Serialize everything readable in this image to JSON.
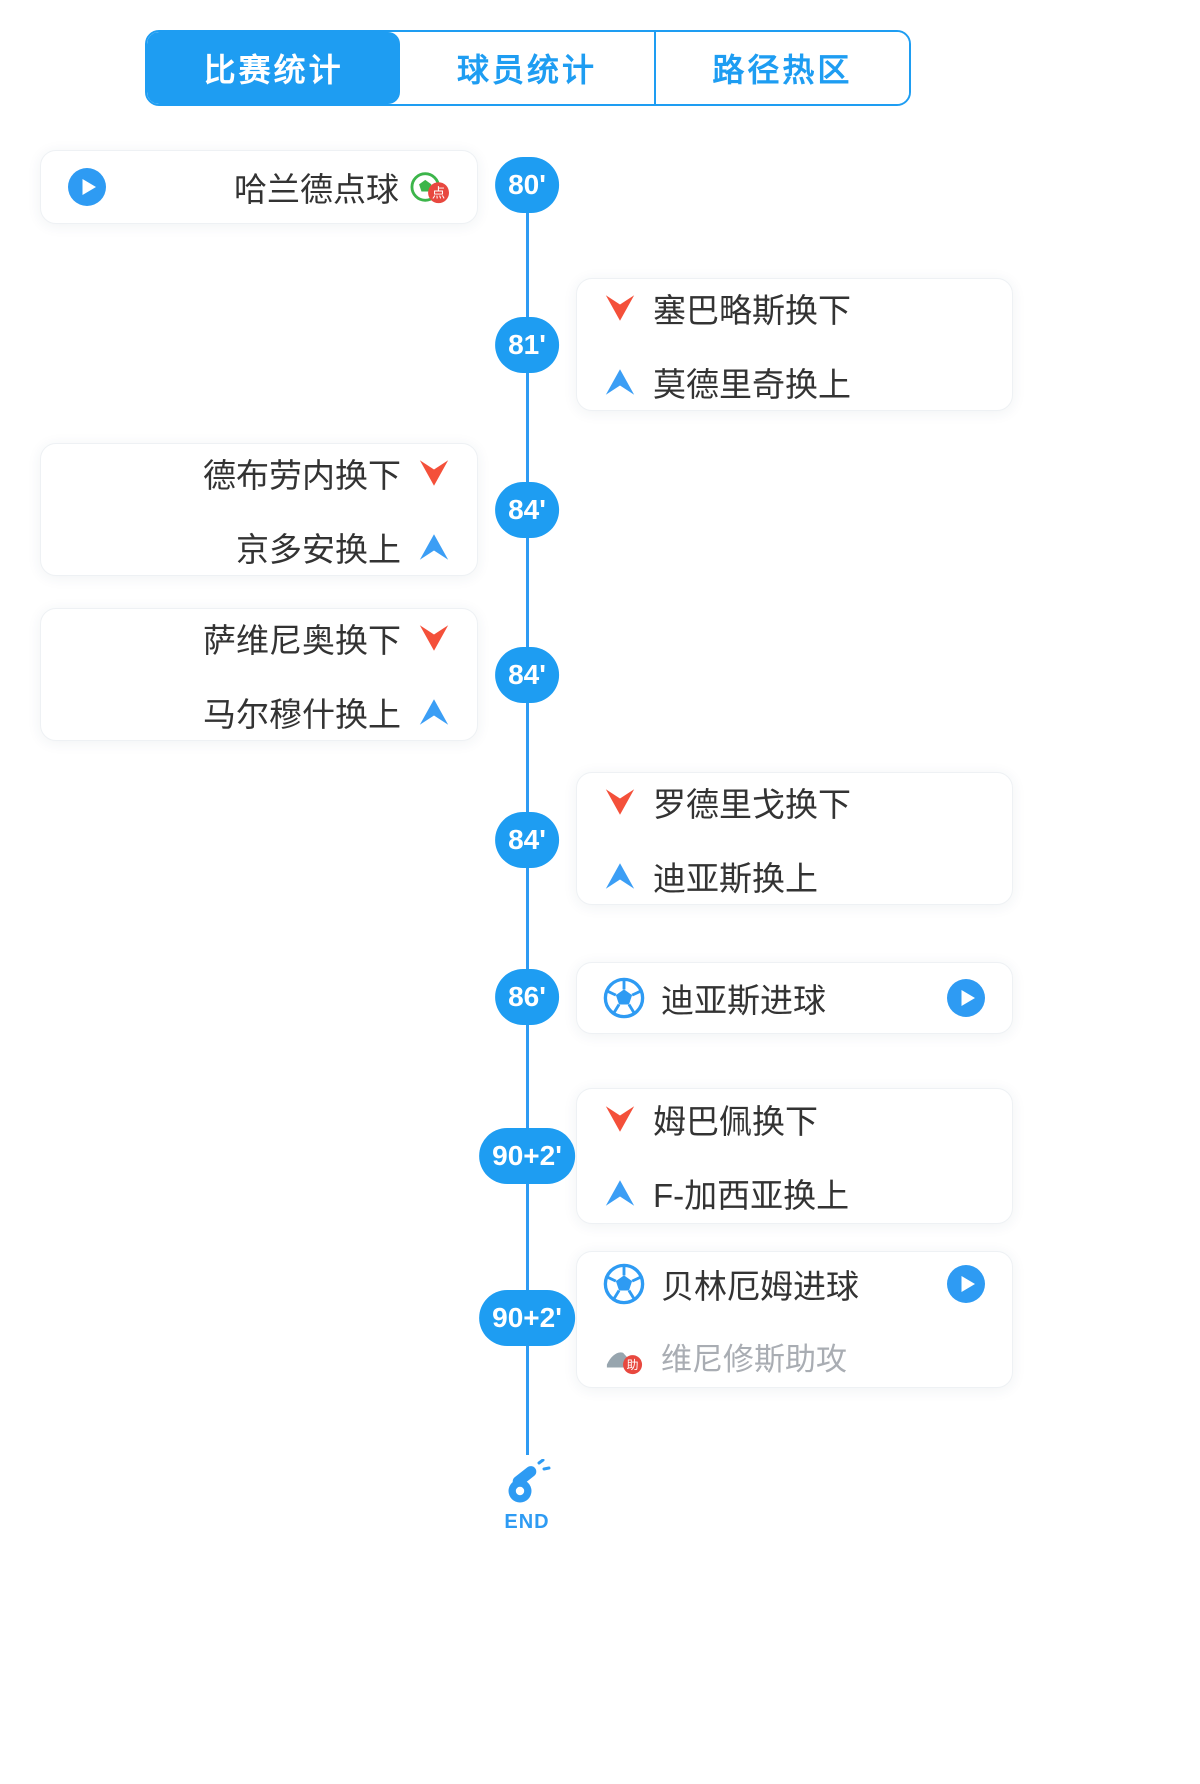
{
  "colors": {
    "primary": "#1e9df2",
    "sub_down_red": "#f4503a",
    "sub_up_blue": "#3b9ef5",
    "assist_gray": "#a9adb3"
  },
  "tabs": {
    "items": [
      {
        "label": "比赛统计",
        "active": true
      },
      {
        "label": "球员统计",
        "active": false
      },
      {
        "label": "路径热区",
        "active": false
      }
    ]
  },
  "icon_badges": {
    "penalty": "点",
    "assist": "助"
  },
  "timeline": {
    "end_label": "END",
    "events": [
      {
        "time": "80'",
        "side": "left",
        "type": "penalty-goal",
        "rows": [
          {
            "icon": "play",
            "text": "哈兰德点球"
          }
        ]
      },
      {
        "time": "81'",
        "side": "right",
        "type": "substitution",
        "rows": [
          {
            "icon": "sub-down",
            "text": "塞巴略斯换下"
          },
          {
            "icon": "sub-up",
            "text": "莫德里奇换上"
          }
        ]
      },
      {
        "time": "84'",
        "side": "left",
        "type": "substitution",
        "rows": [
          {
            "icon": "sub-down",
            "text": "德布劳内换下"
          },
          {
            "icon": "sub-up",
            "text": "京多安换上"
          }
        ]
      },
      {
        "time": "84'",
        "side": "left",
        "type": "substitution",
        "rows": [
          {
            "icon": "sub-down",
            "text": "萨维尼奥换下"
          },
          {
            "icon": "sub-up",
            "text": "马尔穆什换上"
          }
        ]
      },
      {
        "time": "84'",
        "side": "right",
        "type": "substitution",
        "rows": [
          {
            "icon": "sub-down",
            "text": "罗德里戈换下"
          },
          {
            "icon": "sub-up",
            "text": "迪亚斯换上"
          }
        ]
      },
      {
        "time": "86'",
        "side": "right",
        "type": "goal",
        "rows": [
          {
            "icon": "ball",
            "text": "迪亚斯进球"
          }
        ]
      },
      {
        "time": "90+2'",
        "side": "right",
        "type": "substitution",
        "rows": [
          {
            "icon": "sub-down",
            "text": "姆巴佩换下"
          },
          {
            "icon": "sub-up",
            "text": "F-加西亚换上"
          }
        ]
      },
      {
        "time": "90+2'",
        "side": "right",
        "type": "goal-assist",
        "rows": [
          {
            "icon": "ball",
            "text": "贝林厄姆进球"
          },
          {
            "icon": "assist",
            "text": "维尼修斯助攻"
          }
        ]
      }
    ]
  }
}
